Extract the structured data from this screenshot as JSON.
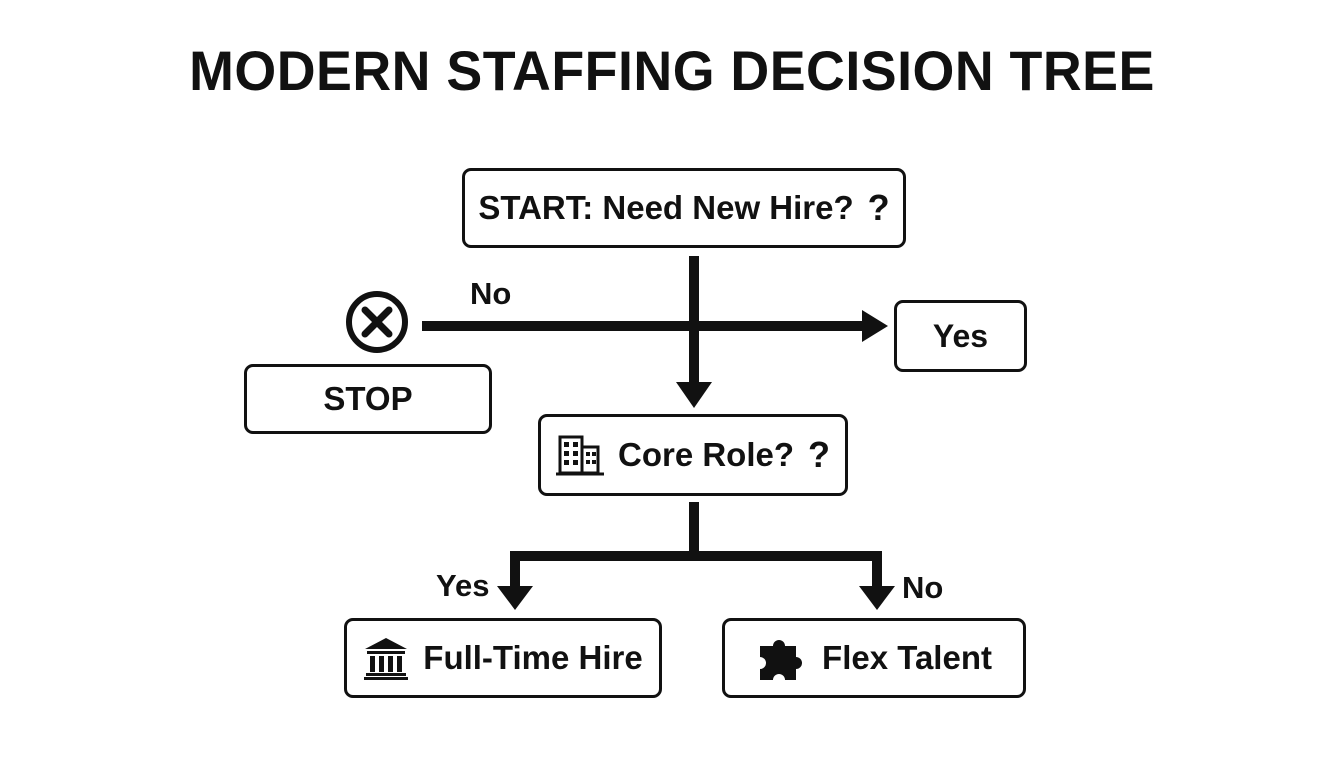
{
  "title": "MODERN STAFFING DECISION TREE",
  "colors": {
    "ink": "#111111",
    "background": "#ffffff"
  },
  "nodes": {
    "start": {
      "label": "START: Need New Hire?",
      "suffix": "?"
    },
    "yes_box": {
      "label": "Yes"
    },
    "stop": {
      "label": "STOP",
      "icon": "circle-x-icon"
    },
    "core_role": {
      "label": "Core Role?",
      "suffix": "?",
      "icon": "building-icon"
    },
    "full_time": {
      "label": "Full-Time Hire",
      "icon": "bank-columns-icon"
    },
    "flex": {
      "label": "Flex Talent",
      "icon": "puzzle-piece-icon"
    }
  },
  "edge_labels": {
    "start_no": "No",
    "core_yes": "Yes",
    "core_no": "No"
  }
}
